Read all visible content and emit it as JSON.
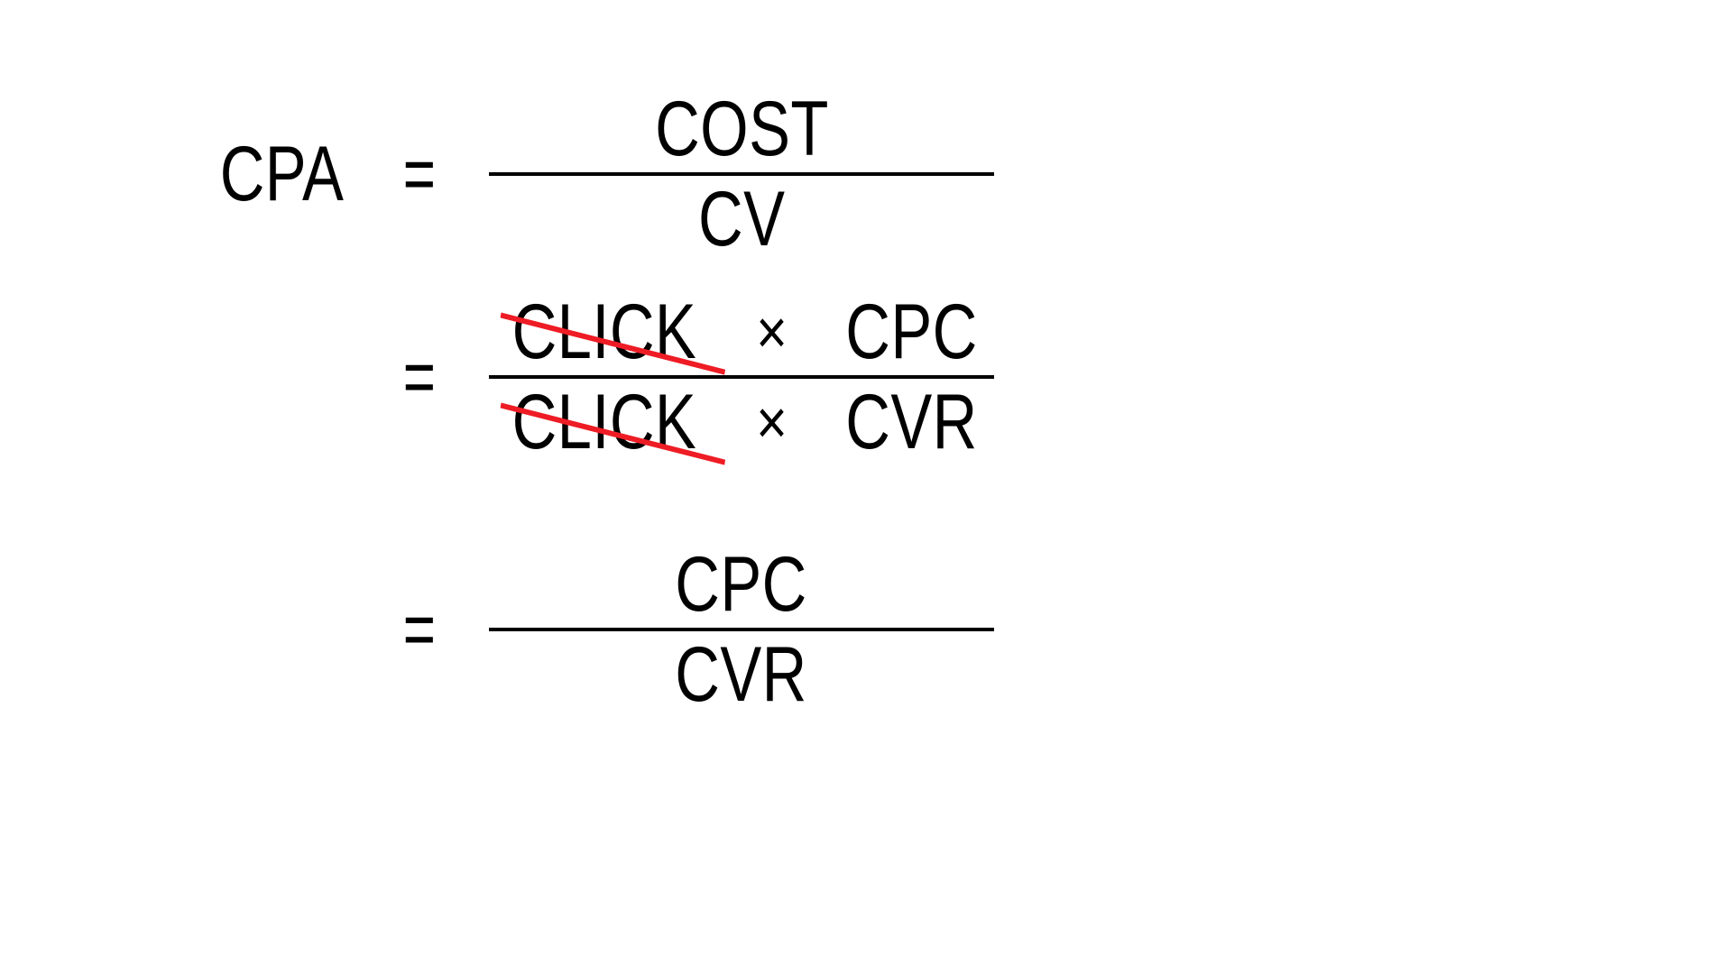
{
  "canvas": {
    "background_color": "#ffffff",
    "text_color": "#000000",
    "cancel_color": "#ee1c25"
  },
  "formula": {
    "subject": "CPA",
    "equations": [
      {
        "id": "eq1",
        "lhs": "CPA",
        "relation": "=",
        "numerator": [
          "COST"
        ],
        "denominator": [
          "CV"
        ],
        "operator": "",
        "cancelled_numerator": false,
        "cancelled_denominator": false
      },
      {
        "id": "eq2",
        "lhs": "",
        "relation": "=",
        "numerator": [
          "CLICK",
          "CPC"
        ],
        "denominator": [
          "CLICK",
          "CVR"
        ],
        "operator": "×",
        "cancelled_numerator": true,
        "cancelled_denominator": true
      },
      {
        "id": "eq3",
        "lhs": "",
        "relation": "=",
        "numerator": [
          "CPC"
        ],
        "denominator": [
          "CVR"
        ],
        "operator": "",
        "cancelled_numerator": false,
        "cancelled_denominator": false
      }
    ]
  },
  "eq1": {
    "lhs": "CPA",
    "relation": "=",
    "numerator": "COST",
    "denominator": "CV"
  },
  "eq2": {
    "lhs": "",
    "relation": "=",
    "num_left": "CLICK",
    "num_op": "×",
    "num_right": "CPC",
    "den_left": "CLICK",
    "den_op": "×",
    "den_right": "CVR"
  },
  "eq3": {
    "lhs": "",
    "relation": "=",
    "numerator": "CPC",
    "denominator": "CVR"
  }
}
